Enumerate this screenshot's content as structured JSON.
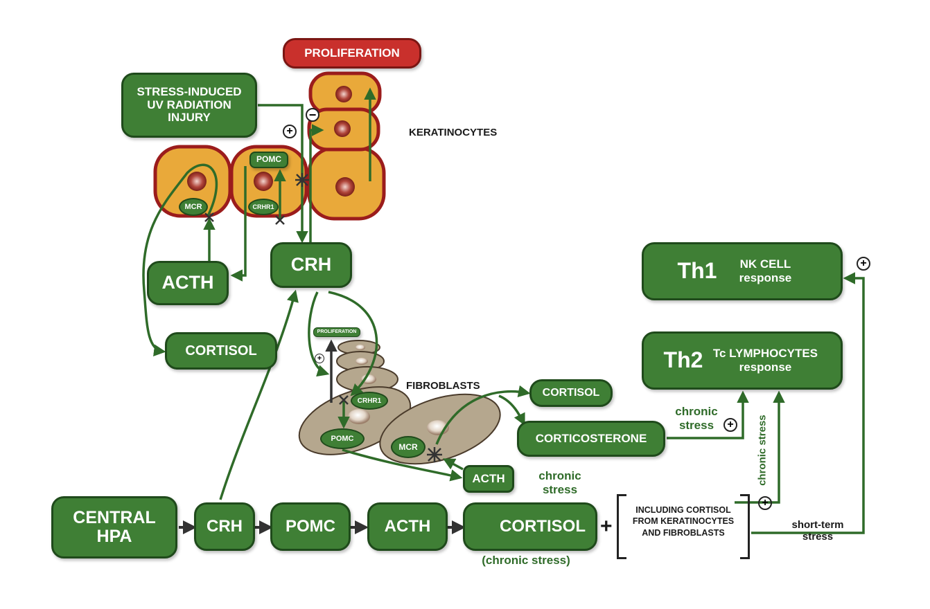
{
  "labels": {
    "proliferation_top": "PROLIFERATION",
    "stress_uv": "STRESS-INDUCED UV RADIATION INJURY",
    "keratinocytes": "KERATINOCYTES",
    "pomc_k": "POMC",
    "mcr_k": "MCR",
    "crhr1_k": "CRHR1",
    "acth_top": "ACTH",
    "crh_top": "CRH",
    "cortisol_left": "CORTISOL",
    "proliferation_small": "PROLIFERATION",
    "fibroblasts": "FIBROBLASTS",
    "crhr1_f": "CRHR1",
    "pomc_f": "POMC",
    "mcr_f": "MCR",
    "cortisol_right": "CORTISOL",
    "corticosterone": "CORTICOSTERONE",
    "acth_f": "ACTH",
    "chronic_stress_1": "chronic stress",
    "chronic_stress_2": "chronic stress",
    "chronic_stress_vertical": "chronic stress",
    "short_term_stress": "short-term stress",
    "th1": "Th1",
    "th1_sub": "NK CELL response",
    "th2": "Th2",
    "th2_sub": "Tc LYMPHOCYTES response",
    "central_hpa": "CENTRAL HPA",
    "crh_bottom": "CRH",
    "pomc_bottom": "POMC",
    "acth_bottom": "ACTH",
    "cortisol_bottom": "CORTISOL",
    "chronic_stress_paren": "(chronic stress)",
    "including_cortisol": "INCLUDING CORTISOL FROM KERATINOCYTES AND FIBROBLASTS",
    "plus": "+",
    "sign_plus": "+",
    "sign_minus": "−"
  },
  "colors": {
    "green": "#3f7f35",
    "dark_green": "#1f4a1b",
    "red": "#c9302c",
    "keratinocyte": "#e9a93a",
    "keratinocyte_border": "#9b1c1c",
    "fibroblast": "#b5a78e"
  }
}
